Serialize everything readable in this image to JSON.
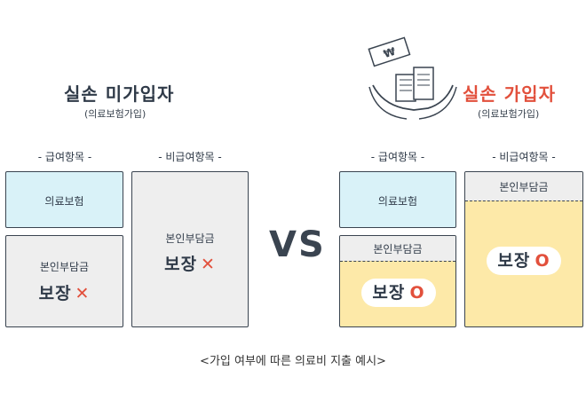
{
  "left": {
    "title": "실손 미가입자",
    "subtitle": "(의료보험가입)",
    "header_covered": "- 급여항목 -",
    "header_noncovered": "- 비급여항목 -",
    "box_insurance": "의료보험",
    "box_copay_label": "본인부담금",
    "box_copay_coverage": "보장",
    "box_noncovered_label": "본인부담금",
    "box_noncovered_coverage": "보장",
    "mark": "✕"
  },
  "vs": "VS",
  "right": {
    "title": "실손 가입자",
    "subtitle": "(의료보험가입)",
    "header_covered": "- 급여항목 -",
    "header_noncovered": "- 비급여항목 -",
    "box_insurance": "의료보험",
    "box_copay_label": "본인부담금",
    "box_copay_coverage": "보장",
    "box_noncovered_label": "본인부담금",
    "box_noncovered_coverage": "보장",
    "mark": "O",
    "illustration_text": "₩"
  },
  "caption": "<가입 여부에 따른 의료비 지출 예시>",
  "colors": {
    "blue_fill": "#d9f2f8",
    "gray_fill": "#eeeeee",
    "yellow_fill": "#fde9a8",
    "accent_red": "#e2503c",
    "ink": "#2f3a48"
  }
}
